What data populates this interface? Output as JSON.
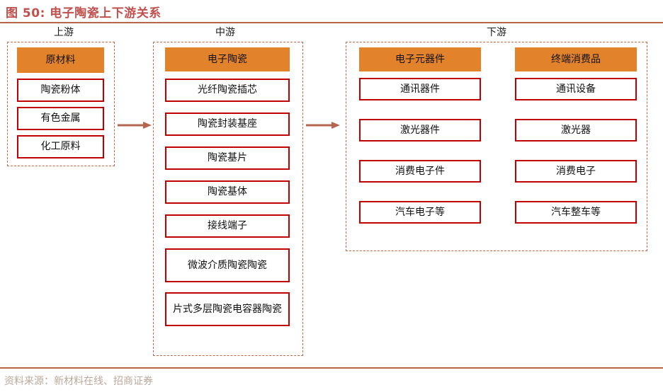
{
  "title": "图 50: 电子陶瓷上下游关系",
  "colors": {
    "title": "#C0504D",
    "rule": "#B5664F",
    "header_fill": "#E2832B",
    "item_border": "#C00000",
    "dashed_border": "#C0694A",
    "arrow": "#B5664F",
    "footer_text": "#BBA89C"
  },
  "sections": [
    {
      "caption": "上游",
      "groups": [
        {
          "header": "原材料",
          "items": [
            "陶瓷粉体",
            "有色金属",
            "化工原料"
          ]
        }
      ]
    },
    {
      "caption": "中游",
      "groups": [
        {
          "header": "电子陶瓷",
          "items": [
            "光纤陶瓷插芯",
            "陶瓷封装基座",
            "陶瓷基片",
            "陶瓷基体",
            "接线端子",
            "微波介质陶瓷陶瓷",
            "片式多层陶瓷电容器陶瓷"
          ]
        }
      ]
    },
    {
      "caption": "下游",
      "groups": [
        {
          "header": "电子元器件",
          "items": [
            "通讯器件",
            "激光器件",
            "消费电子件",
            "汽车电子等"
          ]
        },
        {
          "header": "终端消费品",
          "items": [
            "通讯设备",
            "激光器",
            "消费电子",
            "汽车整车等"
          ]
        }
      ]
    }
  ],
  "arrows": [
    {
      "name": "upstream-to-midstream"
    },
    {
      "name": "midstream-to-downstream"
    }
  ],
  "footer": {
    "source": "资料来源：新材料在线、招商证券"
  }
}
